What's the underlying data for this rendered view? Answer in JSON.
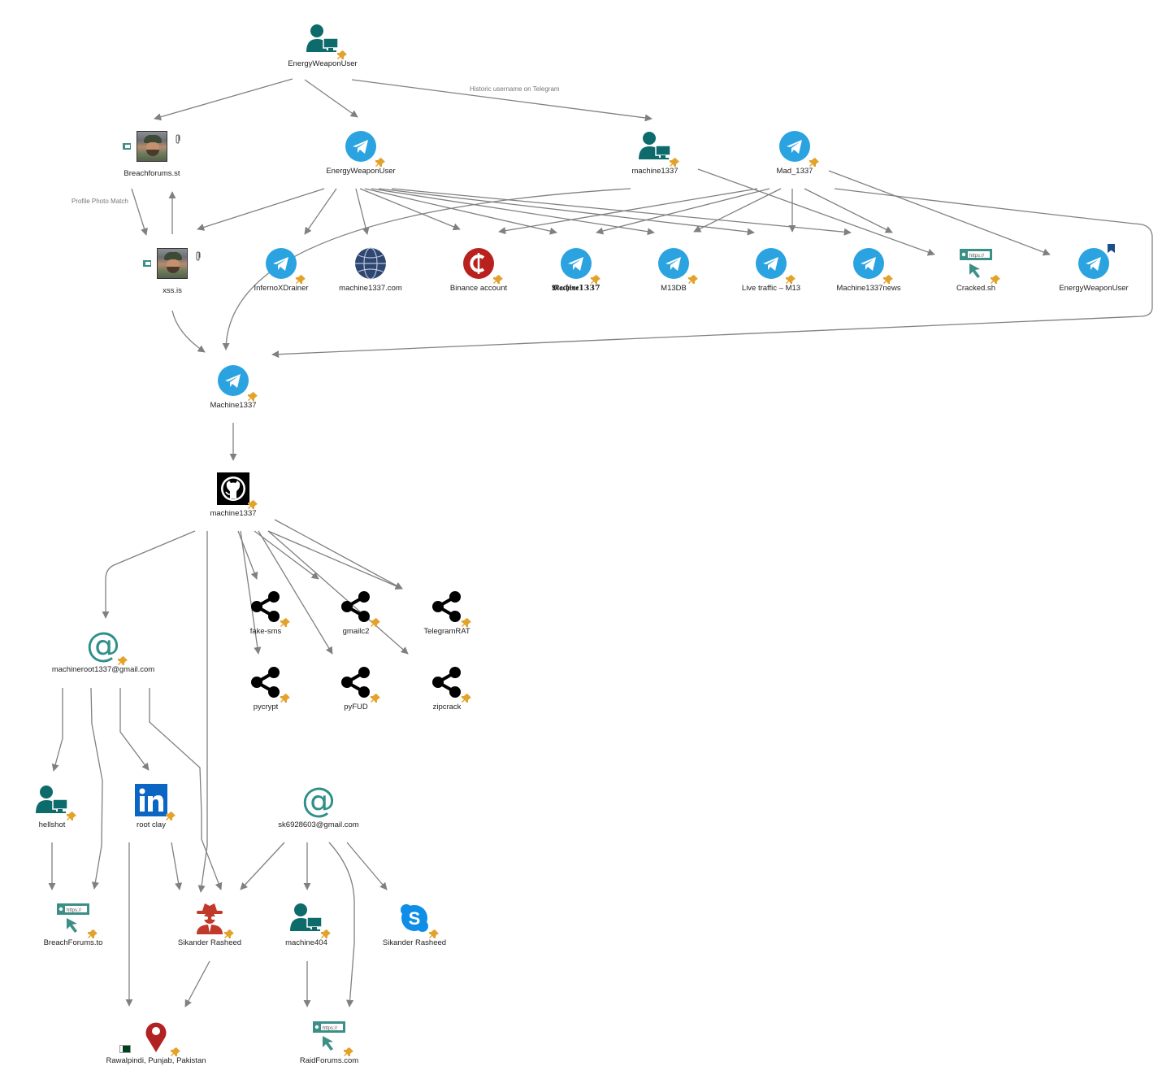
{
  "colors": {
    "teal": "#0e6b6b",
    "telegram": "#2aa3e0",
    "edge": "#808080",
    "pin": "#e3a22a",
    "binance": "#b8211e",
    "linkedin": "#0a66c2",
    "skype": "#0e8ee6",
    "spy": "#c0392b",
    "location": "#b22222",
    "url_teal": "#3c8f86"
  },
  "nodes": [
    {
      "id": "n_ewu_top",
      "label": "EnergyWeaponUser",
      "icon": "user-computer-icon",
      "pinned": true
    },
    {
      "id": "n_breachforums_st",
      "label": "Breachforums.st",
      "icon": "profile-photo",
      "pinned": false
    },
    {
      "id": "n_ewu_tg",
      "label": "EnergyWeaponUser",
      "icon": "telegram-icon",
      "pinned": true
    },
    {
      "id": "n_machine1337_user",
      "label": "machine1337",
      "icon": "user-computer-icon",
      "pinned": true
    },
    {
      "id": "n_mad_1337",
      "label": "Mad_1337",
      "icon": "telegram-icon",
      "pinned": true
    },
    {
      "id": "n_xss",
      "label": "xss.is",
      "icon": "profile-photo",
      "pinned": false
    },
    {
      "id": "n_inferno",
      "label": "InfernoXDrainer",
      "icon": "telegram-icon",
      "pinned": true
    },
    {
      "id": "n_domain",
      "label": "machine1337.com",
      "icon": "globe-icon",
      "pinned": false
    },
    {
      "id": "n_binance",
      "label": "Binance account",
      "icon": "binance-icon",
      "pinned": true
    },
    {
      "id": "n_gothic",
      "label": "𝕸𝖆𝖈𝖍𝖎𝖓𝖊1337",
      "icon": "telegram-icon",
      "pinned": true
    },
    {
      "id": "n_m13db",
      "label": "M13DB",
      "icon": "telegram-icon",
      "pinned": true
    },
    {
      "id": "n_live",
      "label": "Live traffic – M13",
      "icon": "telegram-icon",
      "pinned": true
    },
    {
      "id": "n_news",
      "label": "Machine1337news",
      "icon": "telegram-icon",
      "pinned": true
    },
    {
      "id": "n_cracked",
      "label": "Cracked.sh",
      "icon": "url-icon",
      "pinned": true
    },
    {
      "id": "n_ewu_tg2",
      "label": "EnergyWeaponUser",
      "icon": "telegram-icon",
      "pinned": false
    },
    {
      "id": "n_machine_tg",
      "label": "Machine1337",
      "icon": "telegram-icon",
      "pinned": true
    },
    {
      "id": "n_github",
      "label": "machine1337",
      "icon": "github-icon",
      "pinned": true
    },
    {
      "id": "n_fakesms",
      "label": "fake-sms",
      "icon": "share-icon",
      "pinned": true
    },
    {
      "id": "n_gmailc2",
      "label": "gmailc2",
      "icon": "share-icon",
      "pinned": true
    },
    {
      "id": "n_telegramrat",
      "label": "TelegramRAT",
      "icon": "share-icon",
      "pinned": true
    },
    {
      "id": "n_pycrypt",
      "label": "pycrypt",
      "icon": "share-icon",
      "pinned": true
    },
    {
      "id": "n_pyfud",
      "label": "pyFUD",
      "icon": "share-icon",
      "pinned": true
    },
    {
      "id": "n_zipcrack",
      "label": "zipcrack",
      "icon": "share-icon",
      "pinned": true
    },
    {
      "id": "n_email1",
      "label": "machineroot1337@gmail.com",
      "icon": "at-icon",
      "pinned": true
    },
    {
      "id": "n_email2",
      "label": "sk6928603@gmail.com",
      "icon": "at-icon",
      "pinned": false
    },
    {
      "id": "n_hellshot",
      "label": "hellshot",
      "icon": "user-computer-icon",
      "pinned": true
    },
    {
      "id": "n_linkedin",
      "label": "root clay",
      "icon": "linkedin-icon",
      "pinned": true
    },
    {
      "id": "n_breachforums_to",
      "label": "BreachForums.to",
      "icon": "url-icon",
      "pinned": true
    },
    {
      "id": "n_sikander",
      "label": "Sikander Rasheed",
      "icon": "spy-icon",
      "pinned": true
    },
    {
      "id": "n_machine404",
      "label": "machine404",
      "icon": "user-computer-icon",
      "pinned": true
    },
    {
      "id": "n_skype",
      "label": "Sikander Rasheed",
      "icon": "skype-icon",
      "pinned": true
    },
    {
      "id": "n_location",
      "label": "Rawalpindi, Punjab, Pakistan",
      "icon": "location-icon",
      "pinned": true
    },
    {
      "id": "n_raidforums",
      "label": "RaidForums.com",
      "icon": "url-icon",
      "pinned": true
    }
  ],
  "edge_labels": {
    "historic": "Historic username on Telegram",
    "profile_photo": "Profile Photo Match"
  },
  "url_icon_text": "https://"
}
